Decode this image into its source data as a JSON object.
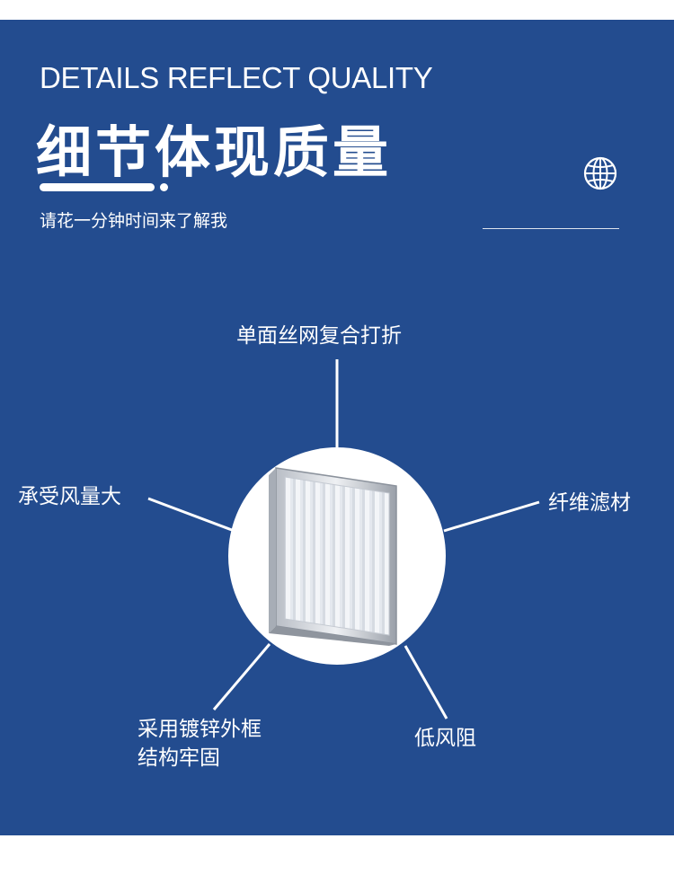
{
  "header": {
    "en_title": "DETAILS REFLECT QUALITY",
    "cn_title": "细节体现质量",
    "subtitle": "请花一分钟时间来了解我"
  },
  "features": {
    "top": "单面丝网复合打折",
    "left": "承受风量大",
    "right": "纤维滤材",
    "bottom_left_line1": "采用镀锌外框",
    "bottom_left_line2": "结构牢固",
    "bottom_right": "低风阻"
  },
  "icons": {
    "globe": "globe-icon",
    "product": "filter-panel-image"
  },
  "colors": {
    "background": "#234c8f",
    "text": "#ffffff"
  }
}
